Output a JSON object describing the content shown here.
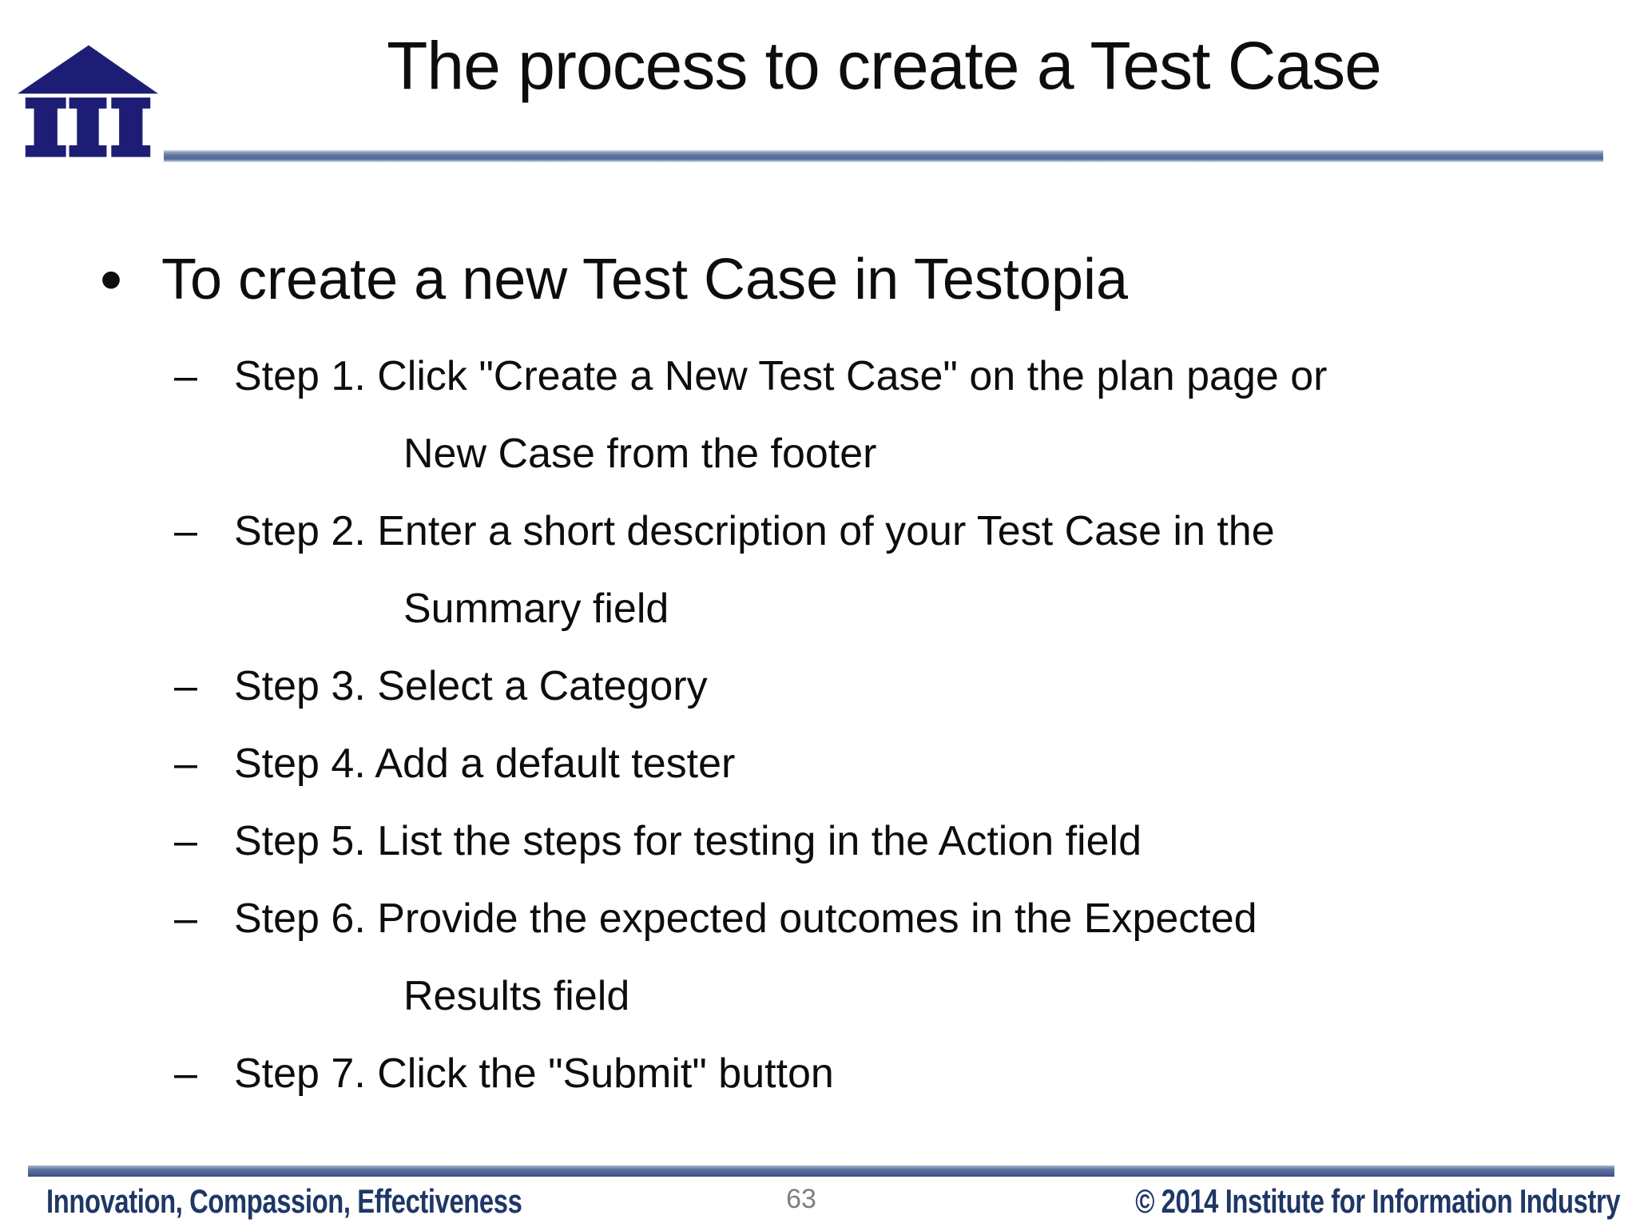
{
  "slide": {
    "title": "The process to create a Test Case",
    "bullet_marker": "•",
    "bullet": "To create a new Test Case in Testopia",
    "dash_marker": "–",
    "steps": [
      {
        "lines": [
          "Step 1. Click \"Create a New Test Case\" on the plan page or",
          "New Case from the footer"
        ]
      },
      {
        "lines": [
          "Step 2. Enter a short description of your Test Case in the",
          "Summary field"
        ]
      },
      {
        "lines": [
          "Step 3. Select a Category"
        ]
      },
      {
        "lines": [
          "Step 4. Add a default tester"
        ]
      },
      {
        "lines": [
          "Step 5. List the steps for testing in the Action field"
        ]
      },
      {
        "lines": [
          "Step 6. Provide the expected outcomes in the Expected",
          "Results field"
        ]
      },
      {
        "lines": [
          "Step 7. Click the \"Submit\" button"
        ]
      }
    ],
    "footer": {
      "motto": "Innovation, Compassion, Effectiveness",
      "page_number": "63",
      "copyright": "© 2014 Institute for Information Industry"
    },
    "logo": {
      "icon": "temple-building-icon"
    },
    "colors": {
      "logo_navy": "#1e1d76",
      "accent_steel_blue": "#5d72a0",
      "footer_navy": "#1e3766",
      "page_number_gray": "#7f7f7f",
      "text_black": "#0d0d0d",
      "background": "#ffffff"
    }
  }
}
